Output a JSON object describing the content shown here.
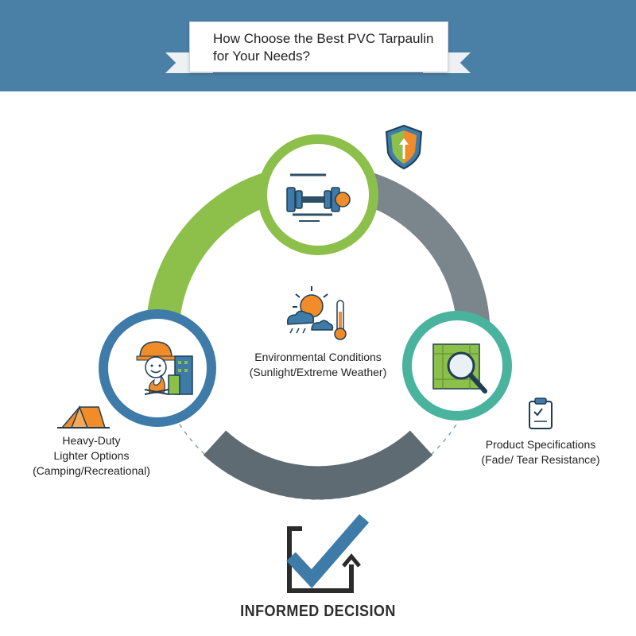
{
  "header": {
    "title_line1": "How Choose the Best PVC Tarpaulin",
    "title_line2": "for Your Needs?"
  },
  "nodes": {
    "center": {
      "line1": "Environmental Conditions",
      "line2": "(Sunlight/Extreme Weather)"
    },
    "left": {
      "line1": "Heavy-Duty",
      "line2": "Lighter Options",
      "line3": "(Camping/Recreational)"
    },
    "right": {
      "line1": "Product Specifications",
      "line2": "(Fade/ Tear Resistance)"
    }
  },
  "footer": {
    "label": "INFORMED DECISION"
  },
  "colors": {
    "header_blue": "#4a7fa6",
    "green": "#8dc04a",
    "blue": "#3e7ba8",
    "teal": "#49b39e",
    "gray": "#6f7b82",
    "dark_blue": "#1f4e79",
    "orange": "#f28c28"
  },
  "icons": [
    "shield-icon",
    "dumbbell-icon",
    "weather-icon",
    "worker-icon",
    "tent-icon",
    "magnifier-icon",
    "clipboard-icon",
    "checkbox-icon"
  ]
}
